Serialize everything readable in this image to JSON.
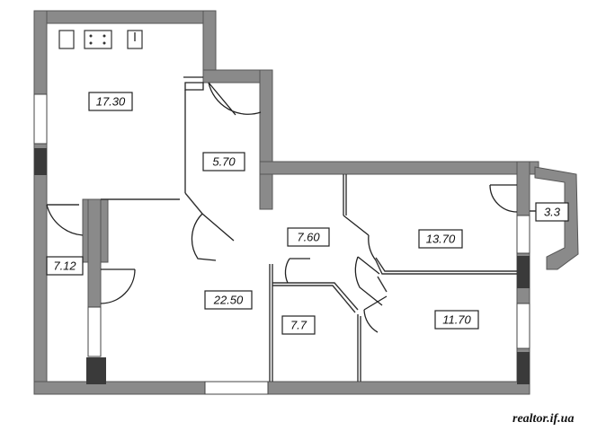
{
  "rooms": [
    {
      "id": "kitchen",
      "area": "17.30"
    },
    {
      "id": "corridor",
      "area": "5.70"
    },
    {
      "id": "hall",
      "area": "7.60"
    },
    {
      "id": "bedroom",
      "area": "13.70"
    },
    {
      "id": "balcony",
      "area": "3.3"
    },
    {
      "id": "entry",
      "area": "7.12"
    },
    {
      "id": "living",
      "area": "22.50"
    },
    {
      "id": "bathroom",
      "area": "7.7"
    },
    {
      "id": "room",
      "area": "11.70"
    }
  ],
  "watermark": "realtor.if.ua",
  "colors": {
    "wall": "#8a8a8a",
    "line": "#222222",
    "background": "#ffffff"
  }
}
